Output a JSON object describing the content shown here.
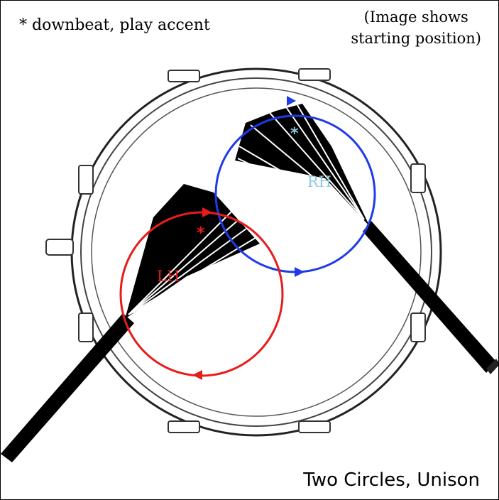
{
  "note": "* downbeat, play accent",
  "hint": {
    "line1": "(Image shows",
    "line2": "starting position)"
  },
  "title": "Two Circles, Unison",
  "hands": {
    "right": {
      "label": "RH",
      "accent_marker": "*",
      "circle_color": "#1f3ae8",
      "label_color": "#8ec9de"
    },
    "left": {
      "label": "LH",
      "accent_marker": "*",
      "circle_color": "#e81c1c",
      "label_color": "#e81c1c"
    }
  },
  "icons": [
    "snare-drum-icon",
    "brush-icon",
    "direction-arrow-icon"
  ]
}
